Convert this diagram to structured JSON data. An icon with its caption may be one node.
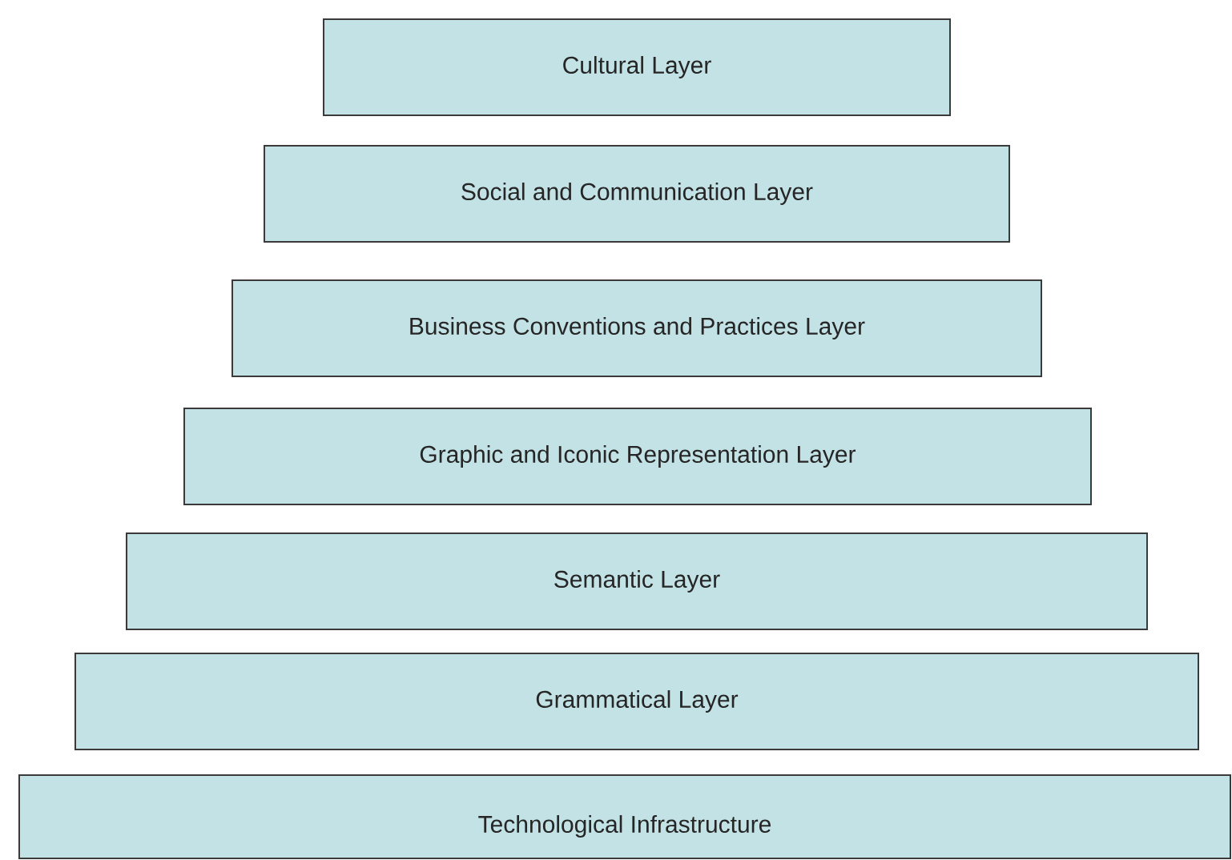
{
  "diagram": {
    "nodes": [
      {
        "text": [
          "Cultural Layer"
        ]
      },
      {
        "text": [
          "Social and Communication Layer"
        ]
      },
      {
        "text": [
          "Business Conventions and Practices Layer"
        ]
      },
      {
        "text": [
          "Graphic and Iconic Representation Layer"
        ]
      },
      {
        "text": [
          "Semantic Layer"
        ]
      },
      {
        "text": [
          "Grammatical Layer"
        ]
      },
      {
        "text": [
          "Technological Infrastructure"
        ]
      }
    ]
  }
}
